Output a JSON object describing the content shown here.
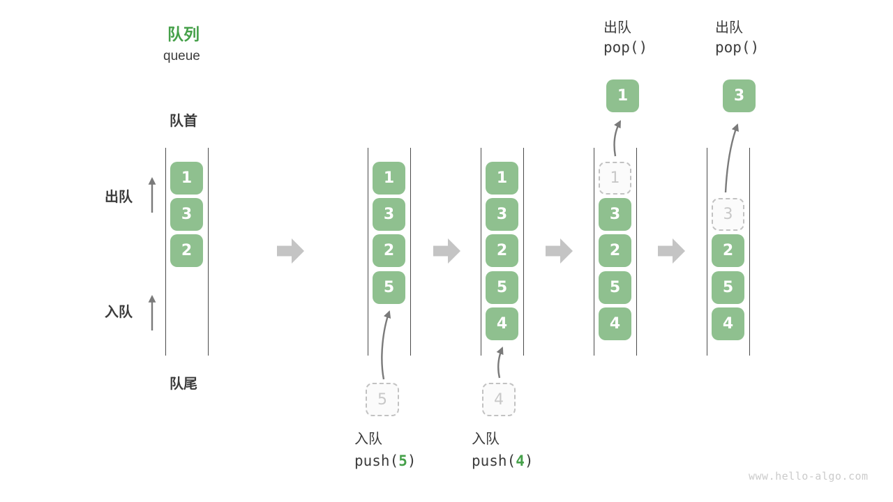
{
  "title": {
    "zh": "队列",
    "en": "queue"
  },
  "side_labels": {
    "front": "队首",
    "rear": "队尾",
    "dequeue": "出队",
    "enqueue": "入队"
  },
  "watermark": "www.hello-algo.com",
  "colors": {
    "accent_green": "#45a049",
    "box_green": "#8fc08f",
    "box_text": "#ffffff",
    "ghost_border": "#c2c2c2",
    "ghost_text": "#c8c8c8",
    "wall_line": "#4a4a4a",
    "text_dark": "#3c3c3c",
    "thin_arrow": "#7a7a7a",
    "block_arrow": "#c4c4c4",
    "watermark_gray": "#cbcbcb"
  },
  "states": [
    {
      "boxes": [
        "1",
        "3",
        "2"
      ]
    },
    {
      "boxes": [
        "1",
        "3",
        "2",
        "5"
      ],
      "incoming": "5",
      "op": {
        "label": "入队",
        "fn_open": "push(",
        "arg": "5",
        "fn_close": ")"
      }
    },
    {
      "boxes": [
        "1",
        "3",
        "2",
        "5",
        "4"
      ],
      "incoming": "4",
      "op": {
        "label": "入队",
        "fn_open": "push(",
        "arg": "4",
        "fn_close": ")"
      }
    },
    {
      "ghost": "1",
      "boxes": [
        "3",
        "2",
        "5",
        "4"
      ],
      "popped": "1",
      "op": {
        "label": "出队",
        "fn": "pop()"
      }
    },
    {
      "ghost": "3",
      "boxes": [
        "2",
        "5",
        "4"
      ],
      "popped": "3",
      "op": {
        "label": "出队",
        "fn": "pop()"
      }
    }
  ]
}
